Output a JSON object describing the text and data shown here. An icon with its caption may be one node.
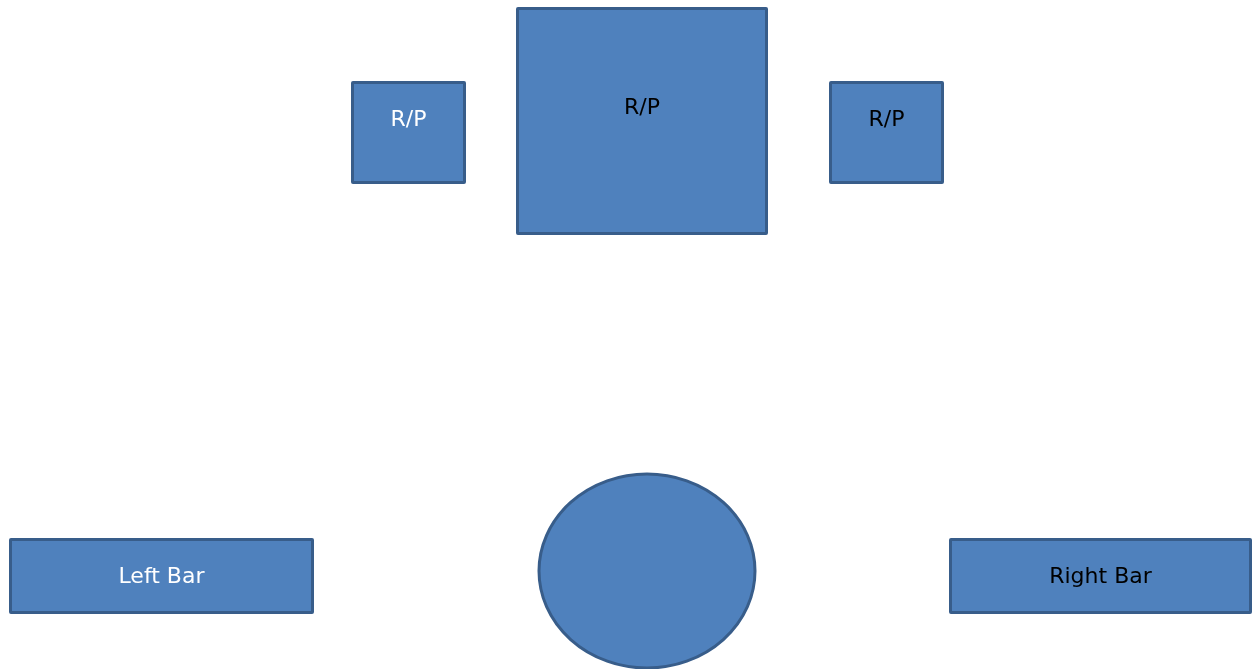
{
  "diagram": {
    "nodes": [
      {
        "text": [
          "R/P"
        ]
      },
      {
        "text": [
          "R/P"
        ]
      },
      {
        "text": [
          "R/P"
        ]
      },
      {
        "text": [
          "Left Bar"
        ]
      },
      {
        "text": [],
        "shape": "circle"
      },
      {
        "text": [
          "Right Bar"
        ]
      }
    ]
  }
}
